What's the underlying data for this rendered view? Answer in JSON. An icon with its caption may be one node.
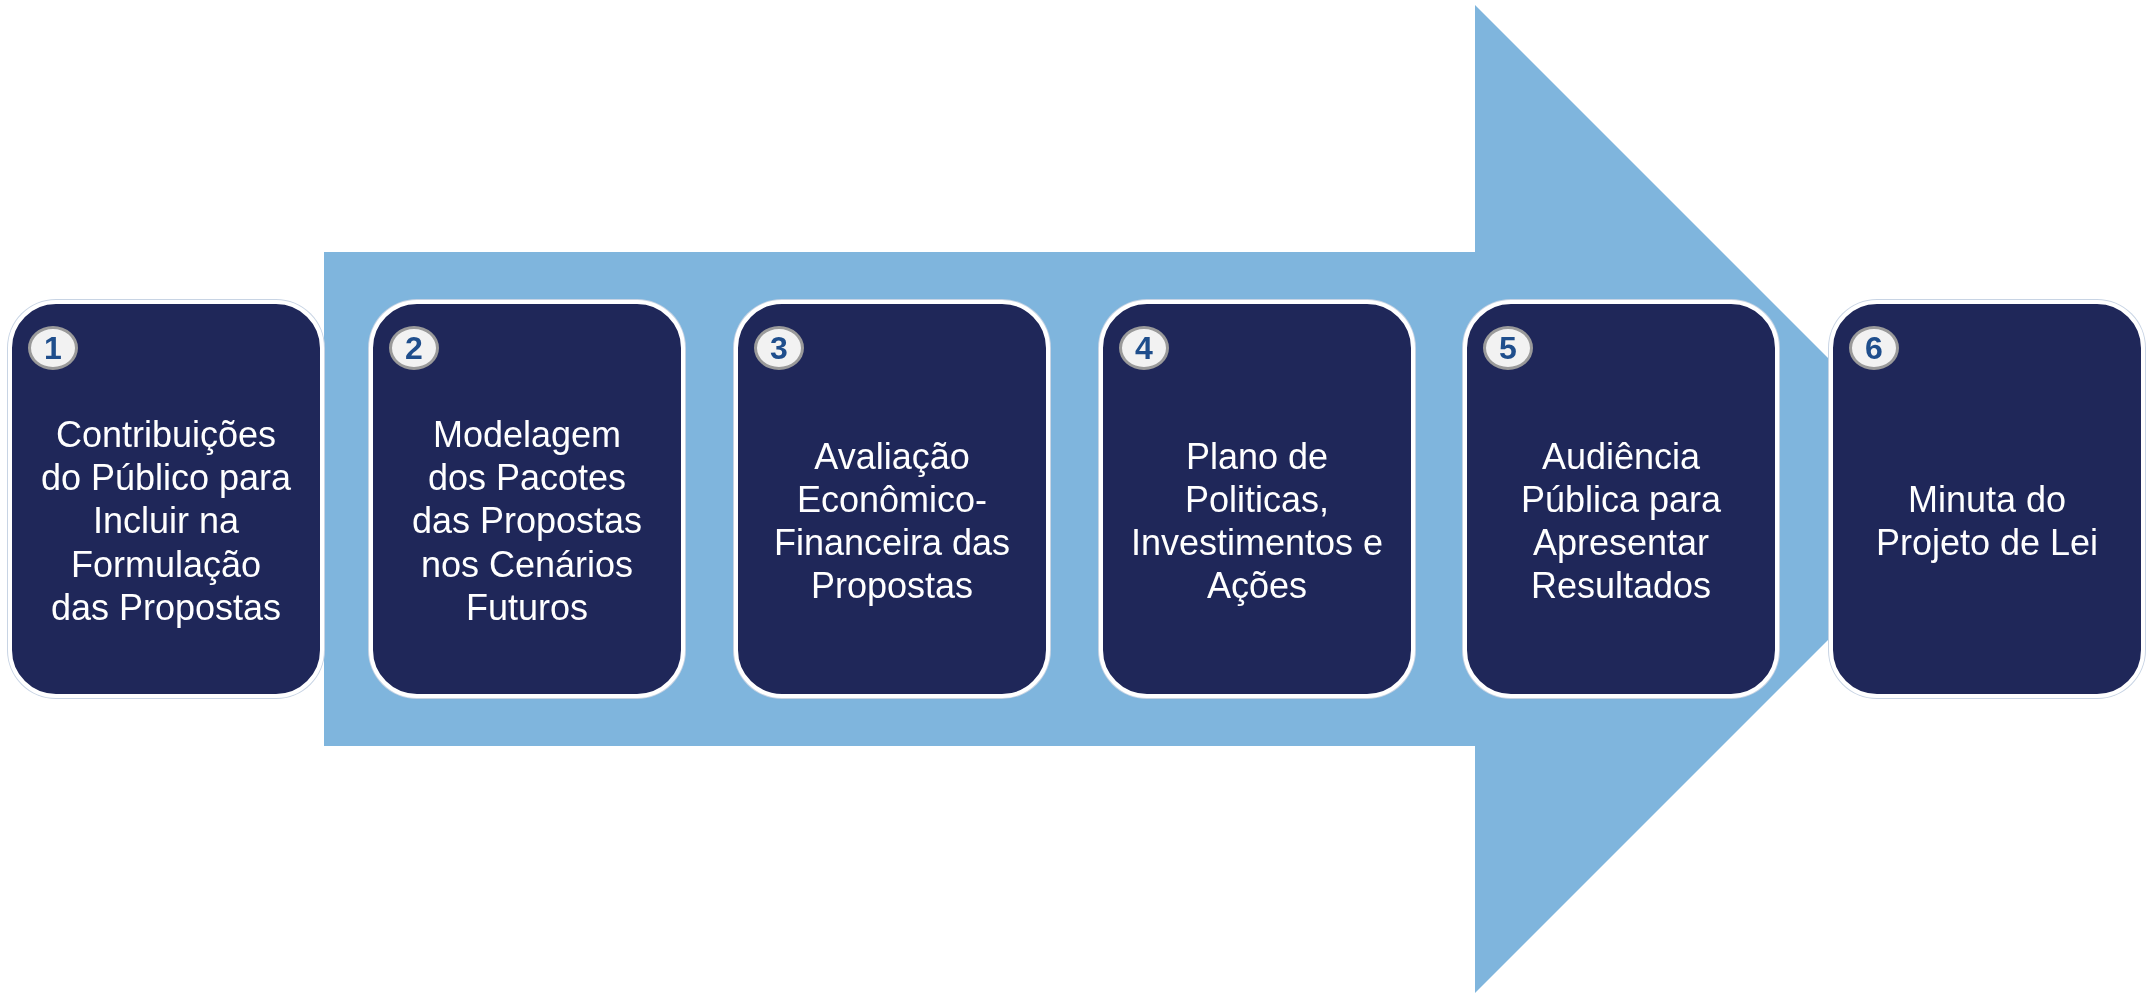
{
  "diagram": {
    "nodes": [
      {
        "text": [
          "1",
          "Contribuições do Público para Incluir na Formulação das Propostas"
        ]
      },
      {
        "text": [
          "2",
          "Modelagem dos Pacotes das Propostas nos Cenários Futuros"
        ]
      },
      {
        "text": [
          "3",
          "Avaliação Econômico-Financeira das Propostas"
        ]
      },
      {
        "text": [
          "4",
          "Plano de Politicas, Investimentos e Ações"
        ]
      },
      {
        "text": [
          "5",
          "Audiência Pública para Apresentar Resultados"
        ]
      },
      {
        "text": [
          "6",
          "Minuta do Projeto de Lei"
        ]
      }
    ],
    "edges": [
      {
        "from": 0,
        "to": 5,
        "arrow": "to"
      }
    ]
  }
}
